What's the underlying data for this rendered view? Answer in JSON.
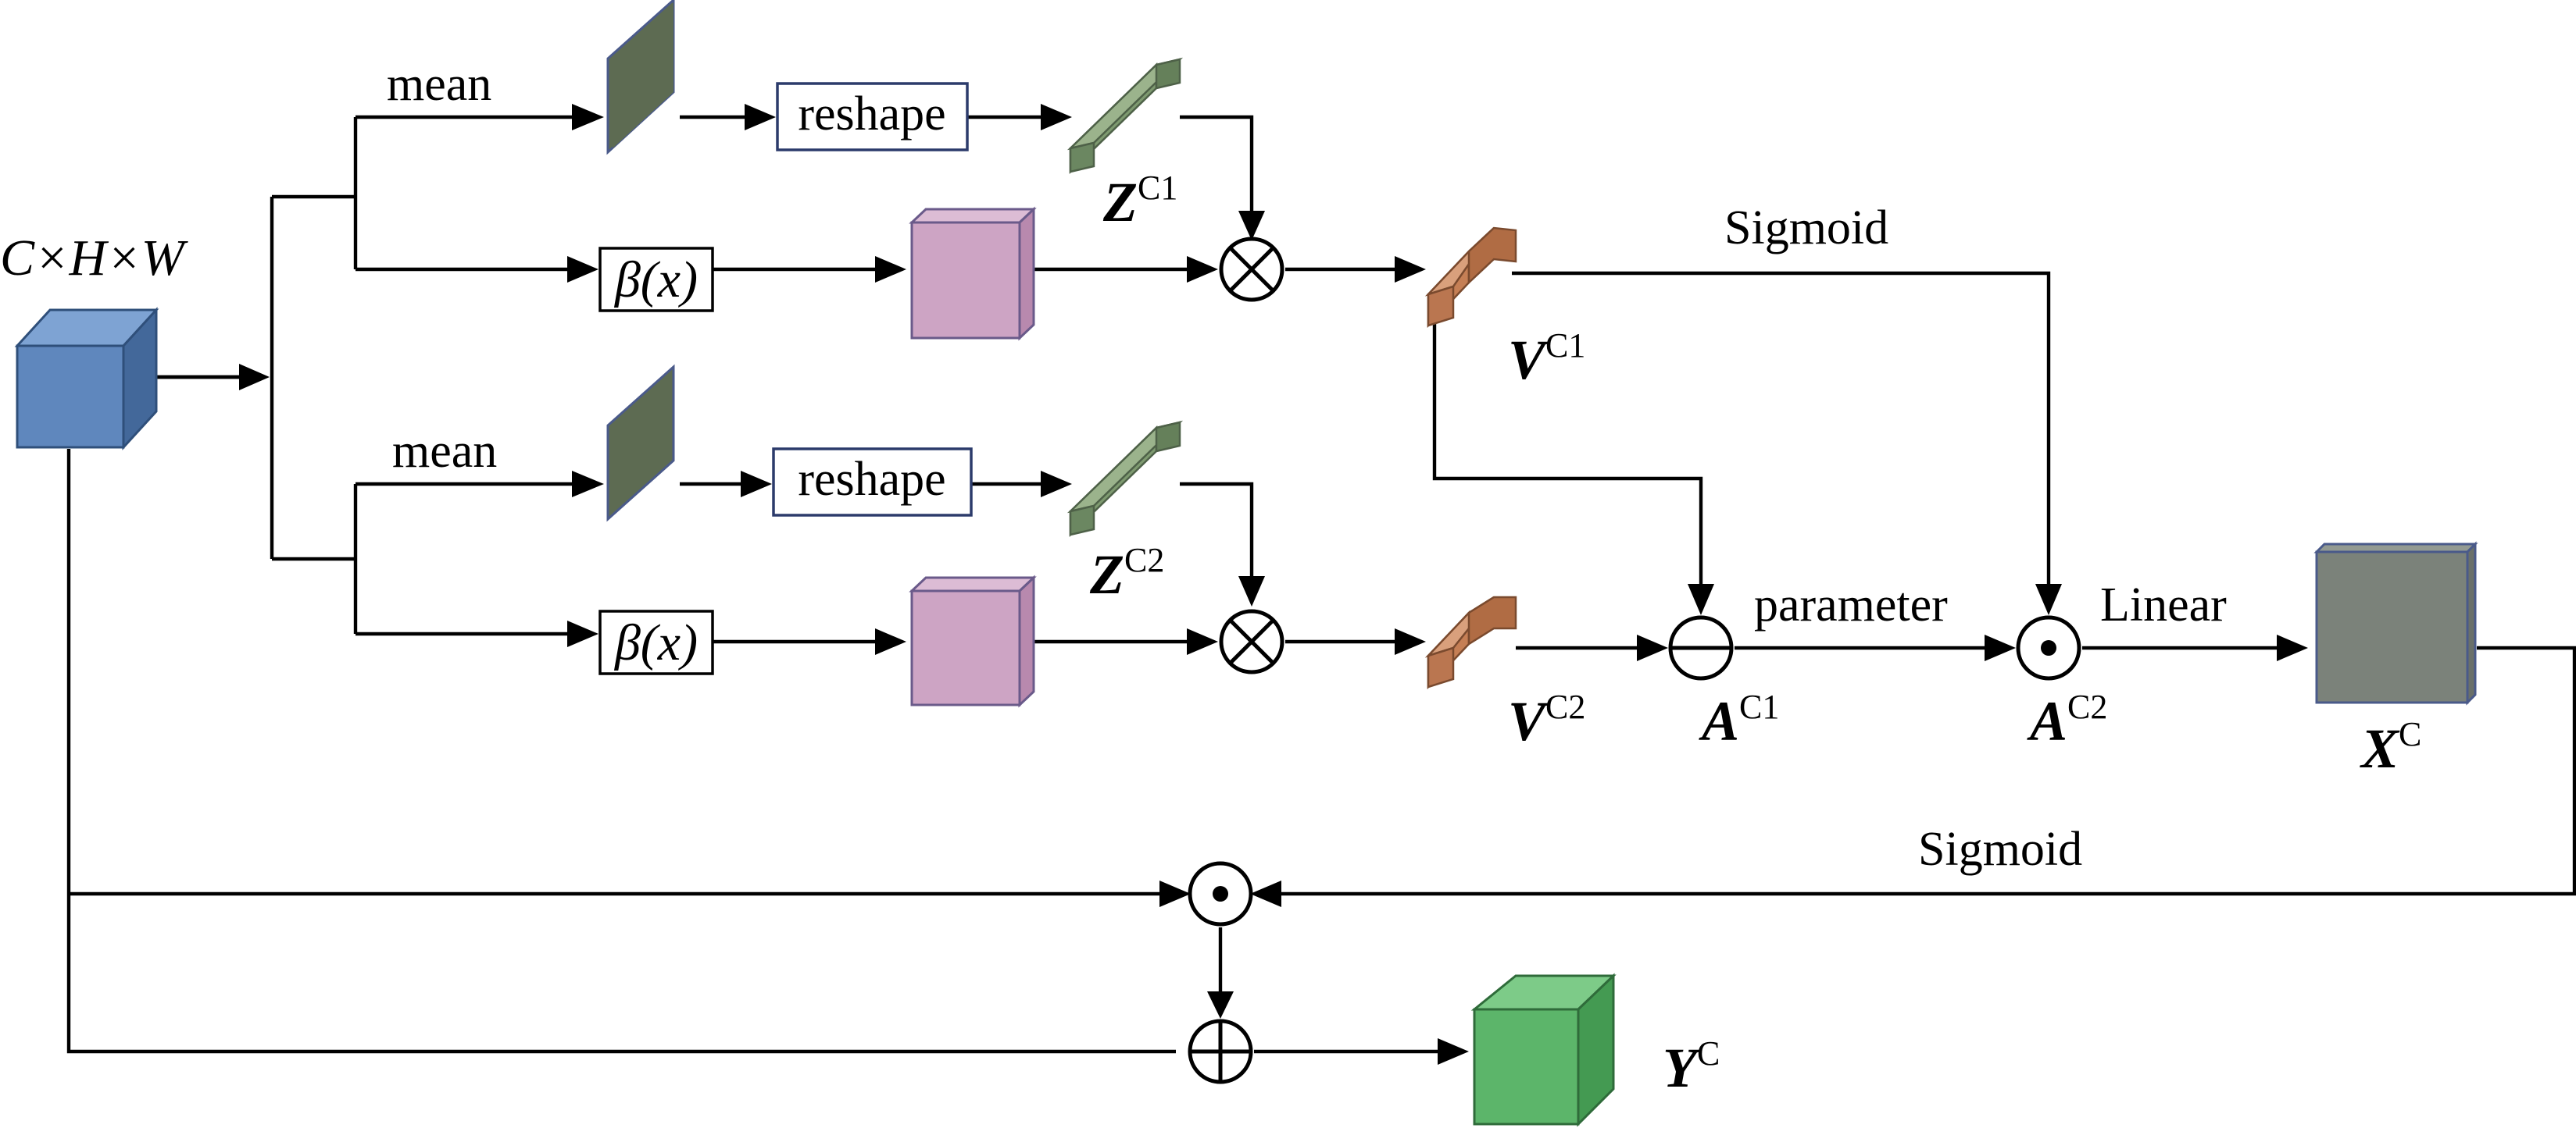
{
  "labels": {
    "input_dims": "C×H×W",
    "mean_top": "mean",
    "mean_bottom": "mean",
    "reshape_top": "reshape",
    "reshape_bottom": "reshape",
    "beta_top": "β(x)",
    "beta_bottom": "β(x)",
    "sigmoid_top": "Sigmoid",
    "sigmoid_bottom": "Sigmoid",
    "parameter": "parameter",
    "linear": "Linear"
  },
  "variables": {
    "z1": {
      "base": "Z",
      "sup": "C1"
    },
    "z2": {
      "base": "Z",
      "sup": "C2"
    },
    "v1": {
      "base": "V",
      "sup": "C1"
    },
    "v2": {
      "base": "V",
      "sup": "C2"
    },
    "a1": {
      "base": "A",
      "sup": "C1"
    },
    "a2": {
      "base": "A",
      "sup": "C2"
    },
    "x": {
      "base": "X",
      "sup": "C"
    },
    "y": {
      "base": "Y",
      "sup": "C"
    }
  },
  "colors": {
    "input_cube": "#5f87bd",
    "mean_plane": "#5d6b52",
    "z_bar": "#7e9a70",
    "beta_cube": "#cda4c4",
    "v_bar": "#c57f55",
    "x_cube": "#7b827a",
    "y_cube": "#5cb56a"
  }
}
